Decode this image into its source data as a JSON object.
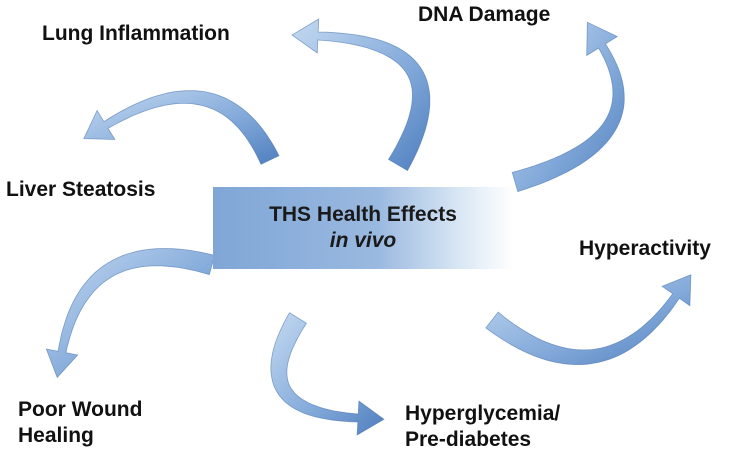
{
  "center": {
    "title": "THS Health Effects",
    "subtitle": "in vivo"
  },
  "effects": {
    "lung_inflammation": "Lung Inflammation",
    "dna_damage": "DNA Damage",
    "liver_steatosis": "Liver Steatosis",
    "hyperactivity": "Hyperactivity",
    "poor_wound_healing_1": "Poor Wound",
    "poor_wound_healing_2": "Healing",
    "hyperglycemia_1": "Hyperglycemia/",
    "hyperglycemia_2": "Pre-diabetes"
  },
  "colors": {
    "arrow_light": "#bcd3ee",
    "arrow_mid": "#7fa6d6",
    "arrow_dark": "#4f7fbf",
    "arrow_edge": "#3e6aa8",
    "text": "#111111"
  },
  "icons": {
    "arrow": "curved-arrow-icon"
  }
}
